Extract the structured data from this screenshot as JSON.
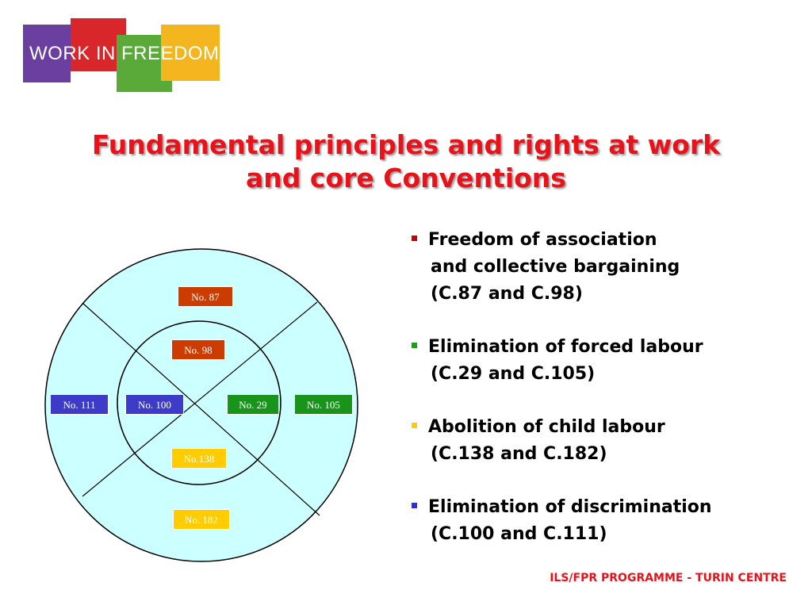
{
  "logo": {
    "text": "WORK IN FREEDOM",
    "colors": {
      "purple": "#6a3fa0",
      "red": "#d9262b",
      "green": "#5aaa3a",
      "yellow": "#f3b61f"
    }
  },
  "title": {
    "line1": "Fundamental principles and rights at work",
    "line2": "and core Conventions",
    "color": "#e8121b"
  },
  "diagram": {
    "outer_fill": "#ccffff",
    "boxes": {
      "c87": "No. 87",
      "c98": "No. 98",
      "c111": "No. 111",
      "c100": "No. 100",
      "c29": "No. 29",
      "c105": "No. 105",
      "c138": "No.138",
      "c182": "No. 182"
    },
    "box_colors": {
      "association": "#cc3b00",
      "discrimination": "#3c3cc8",
      "forced_labour": "#18941a",
      "child_labour": "#ffcc00"
    }
  },
  "bullets": [
    {
      "lines": [
        "Freedom of association",
        "and collective bargaining",
        "(C.87 and C.98)"
      ],
      "color": "#cc0000"
    },
    {
      "lines": [
        "Elimination of forced labour",
        "(C.29 and C.105)"
      ],
      "color": "#18a018"
    },
    {
      "lines": [
        "Abolition of child labour",
        "(C.138 and C.182)"
      ],
      "color": "#ffcc00"
    },
    {
      "lines": [
        "Elimination of discrimination",
        "(C.100 and C.111)"
      ],
      "color": "#3030d0"
    }
  ],
  "footer": {
    "text": "ILS/FPR PROGRAMME - TURIN CENTRE"
  }
}
